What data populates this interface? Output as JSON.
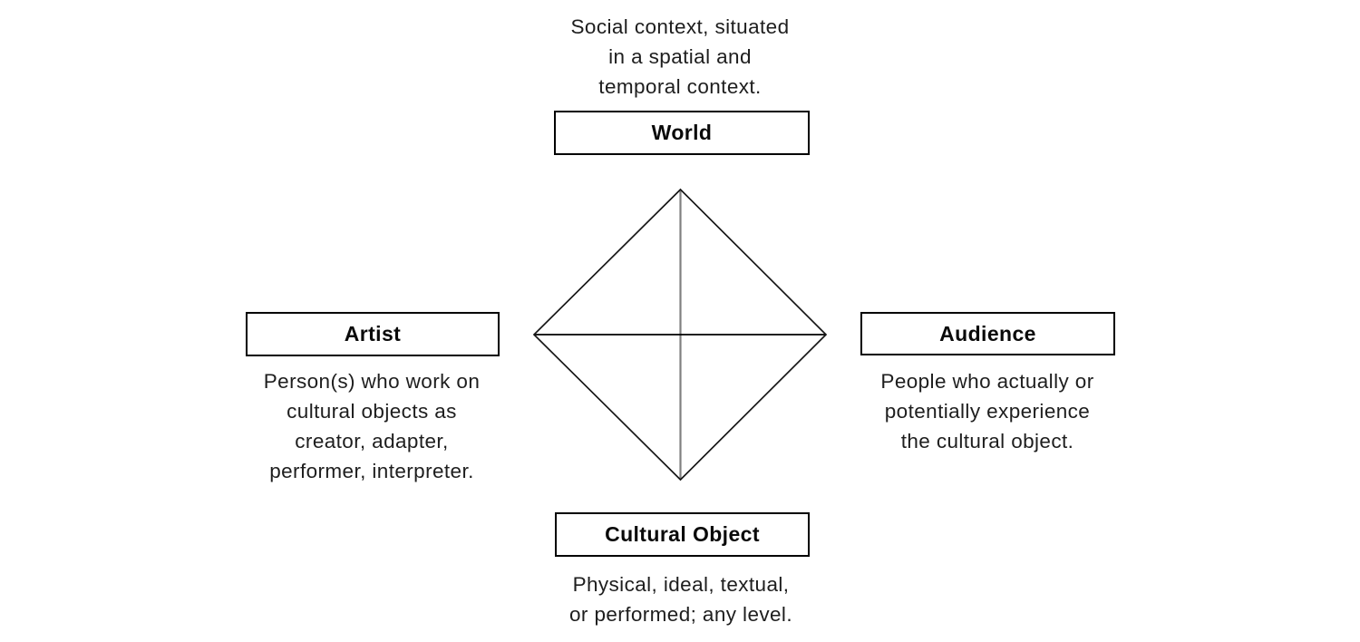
{
  "nodes": {
    "world": {
      "label": "World",
      "caption_lines": [
        "Social context, situated",
        "in a spatial and",
        "temporal context."
      ]
    },
    "artist": {
      "label": "Artist",
      "caption_lines": [
        "Person(s) who work on",
        "cultural objects as",
        "creator, adapter,",
        "performer, interpreter."
      ]
    },
    "audience": {
      "label": "Audience",
      "caption_lines": [
        "People who actually or",
        "potentially experience",
        "the cultural object."
      ]
    },
    "cultural_object": {
      "label": "Cultural Object",
      "caption_lines": [
        "Physical, ideal, textual,",
        "or performed; any level."
      ]
    }
  },
  "colors": {
    "background": "#ffffff",
    "text": "#1e1e1e",
    "box_border": "#000000",
    "diamond_edge": "#161616",
    "cross_horizontal": "#000000",
    "cross_vertical": "#808080"
  }
}
